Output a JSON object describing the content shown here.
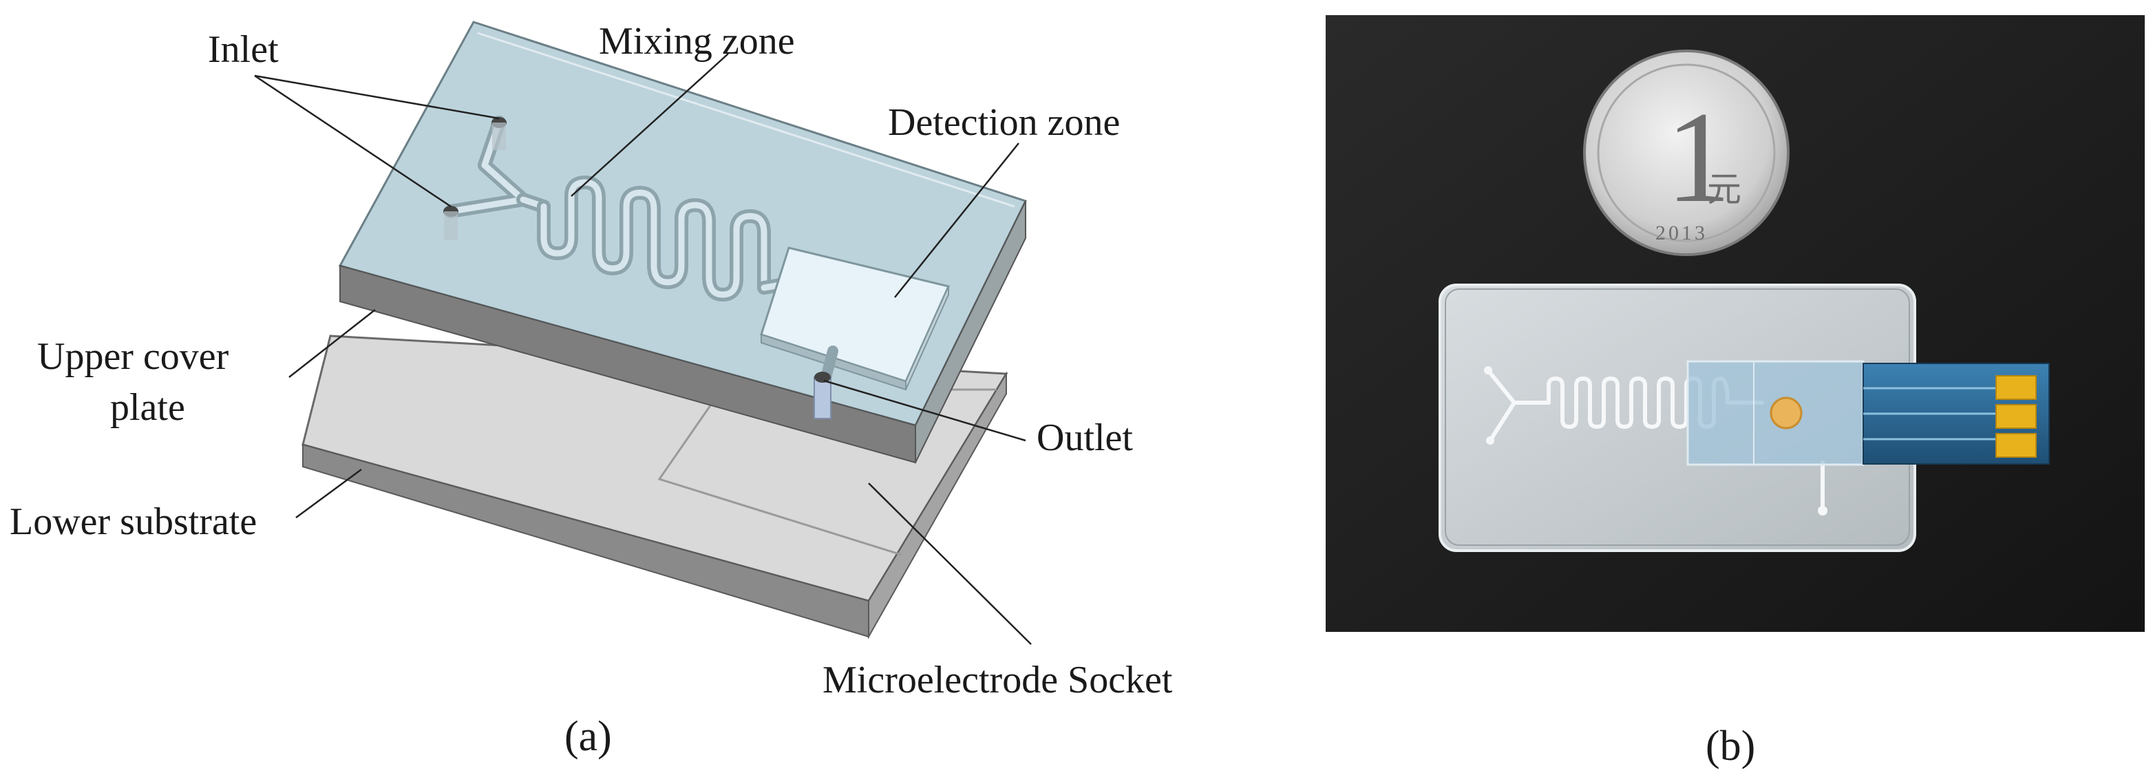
{
  "panel_a": {
    "labels": {
      "inlet": "Inlet",
      "mixing_zone": "Mixing zone",
      "detection_zone": "Detection zone",
      "upper_cover_line1": "Upper cover",
      "upper_cover_line2": "plate",
      "outlet": "Outlet",
      "lower_substrate": "Lower substrate",
      "microelectrode_socket": "Microelectrode Socket"
    },
    "caption": "(a)"
  },
  "panel_b": {
    "coin_numeral": "1",
    "coin_year": "2013",
    "coin_unit": "元",
    "caption": "(b)"
  },
  "colors": {
    "cover_top": "#bcd3dc",
    "cover_front": "#7e7e7e",
    "substrate_top": "#d9d9d9",
    "substrate_front": "#8a8a8a",
    "photo_background": "#1f1f1f",
    "electrode_strip": "#2f6f9a",
    "gold_pads": "#e8b21c"
  }
}
